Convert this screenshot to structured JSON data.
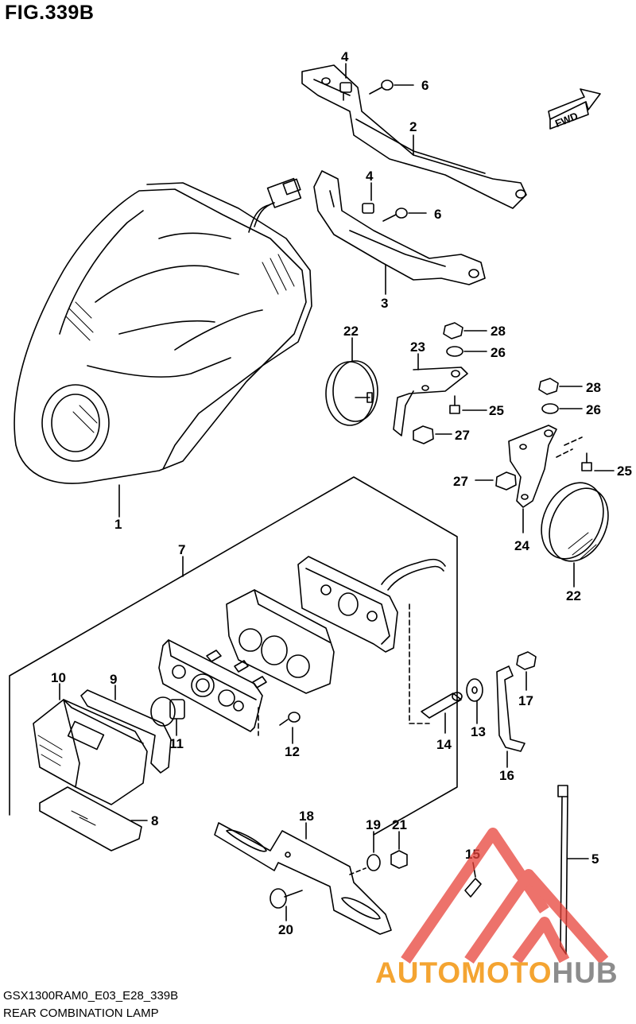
{
  "figure": {
    "title": "FIG.339B",
    "code": "GSX1300RAM0_E03_E28_339B",
    "name": "REAR COMBINATION LAMP"
  },
  "callouts": [
    "1",
    "2",
    "3",
    "4",
    "4",
    "5",
    "6",
    "6",
    "7",
    "8",
    "9",
    "10",
    "11",
    "12",
    "13",
    "14",
    "15",
    "16",
    "17",
    "18",
    "19",
    "20",
    "21",
    "22",
    "22",
    "23",
    "24",
    "25",
    "25",
    "26",
    "26",
    "27",
    "27",
    "28",
    "28"
  ],
  "fwd_arrow": {
    "label": "FWD"
  },
  "watermark": {
    "part1": "AUTO",
    "part2": "MOTO",
    "part3": "HUB"
  },
  "colors": {
    "ink": "#000000",
    "watermark_orange": "#f4a431",
    "watermark_red": "#e8433a",
    "watermark_grey": "#8c8c8c"
  }
}
